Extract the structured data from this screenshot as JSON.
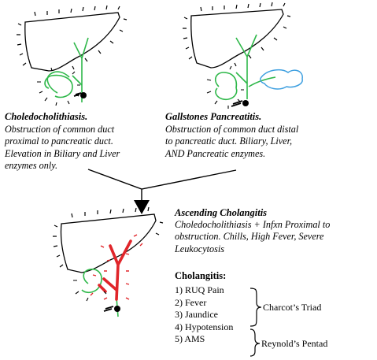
{
  "panels": {
    "choledocholithiasis": {
      "title": "Choledocholithiasis.",
      "desc": [
        "Obstruction of common duct",
        "proximal to pancreatic duct.",
        "Elevation in Biliary and Liver",
        "enzymes only."
      ]
    },
    "gallstones_pancreatitis": {
      "title": "Gallstones Pancreatitis.",
      "desc": [
        "Obstruction of common duct distal",
        "to pancreatic duct. Biliary, Liver,",
        "AND Pancreatic enzymes."
      ]
    },
    "ascending_cholangitis": {
      "title": "Ascending Cholangitis",
      "desc": [
        "Choledocholithiasis + Infxn Proximal to",
        "obstruction. Chills, High Fever, Severe",
        "Leukocytosis"
      ]
    }
  },
  "cholangitis": {
    "heading": "Cholangitis:",
    "items": [
      "1) RUQ Pain",
      "2) Fever",
      "3) Jaundice",
      "4) Hypotension",
      "5) AMS"
    ],
    "charcot": "Charcot’s Triad",
    "reynold": "Reynold’s Pentad"
  },
  "colors": {
    "duct": "#2fb84a",
    "pancreas": "#3fa0e0",
    "infection": "#e0252a",
    "outline": "#000000"
  }
}
